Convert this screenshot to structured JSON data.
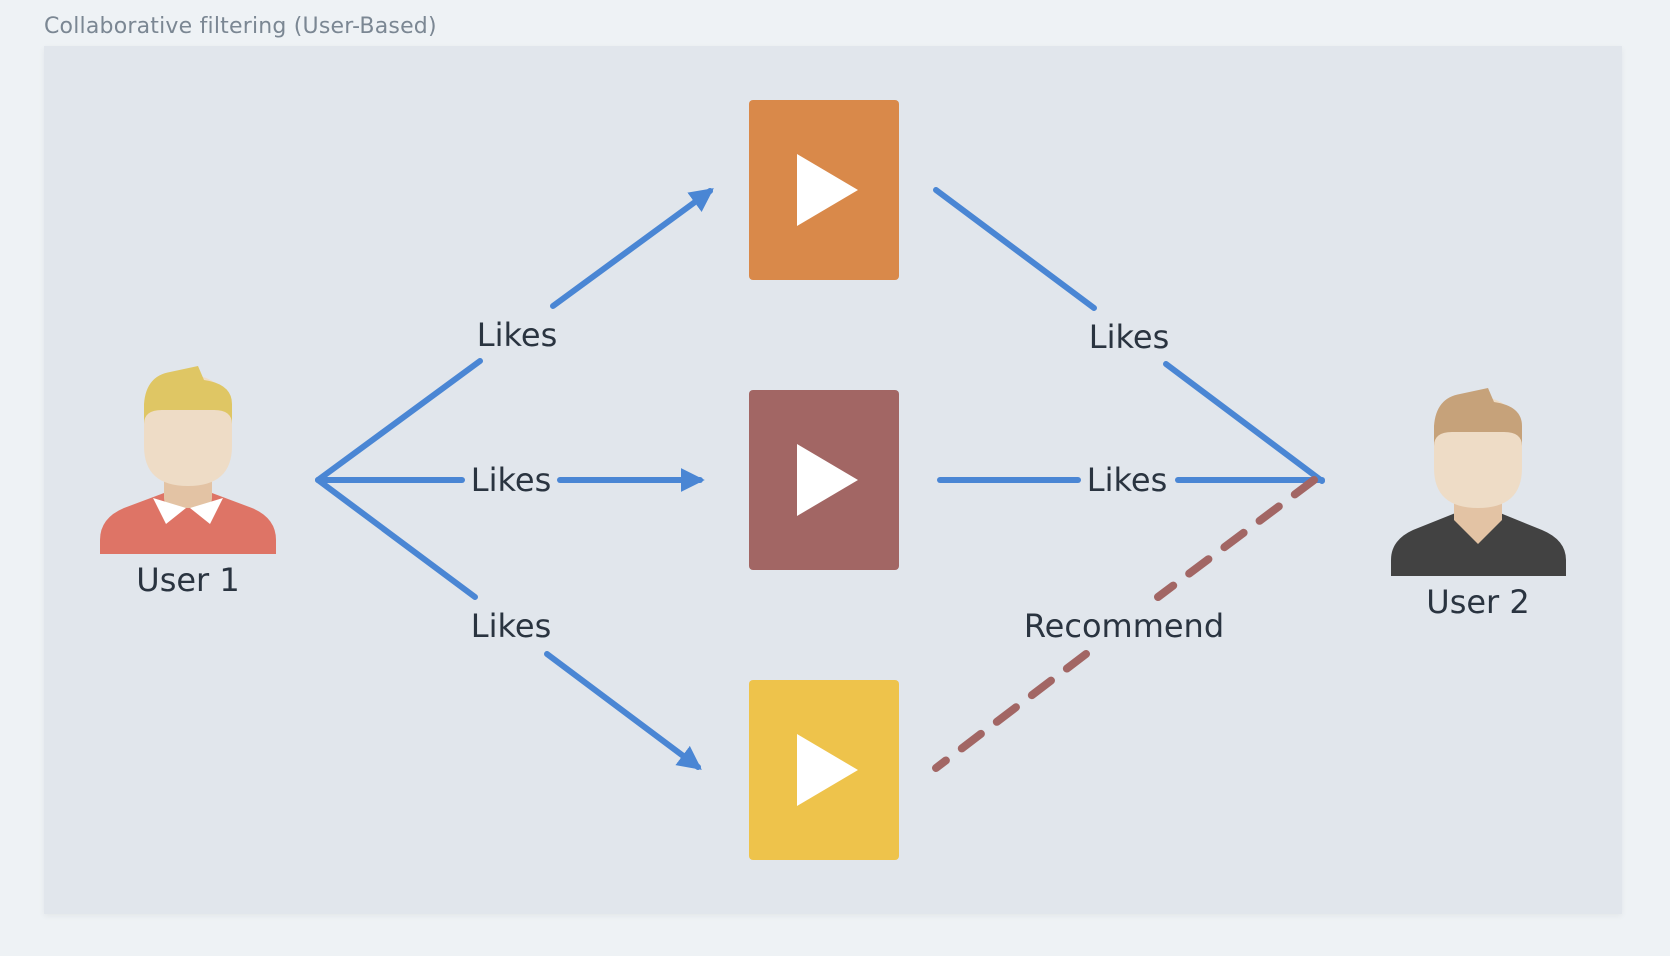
{
  "frame": {
    "title": "Collaborative filtering (User-Based)"
  },
  "users": [
    {
      "label": "User 1",
      "icon": "user-avatar-icon",
      "hair": "#dfc664",
      "shirt": "#de7466",
      "collar": "#ffffff"
    },
    {
      "label": "User 2",
      "icon": "user-avatar-icon",
      "hair": "#c6a27a",
      "shirt": "#424242"
    }
  ],
  "items": [
    {
      "icon": "video-play-icon",
      "color": "#d9894a"
    },
    {
      "icon": "video-play-icon",
      "color": "#a26664"
    },
    {
      "icon": "video-play-icon",
      "color": "#eec34b"
    }
  ],
  "edges": {
    "likes_label": "Likes",
    "recommend_label": "Recommend",
    "likes_color": "#4a86d4",
    "recommend_color": "#a26664"
  },
  "colors": {
    "background": "#eef2f5",
    "board": "#e1e6ec",
    "skin": "#eedcc6",
    "neck": "#e3c3a4"
  }
}
